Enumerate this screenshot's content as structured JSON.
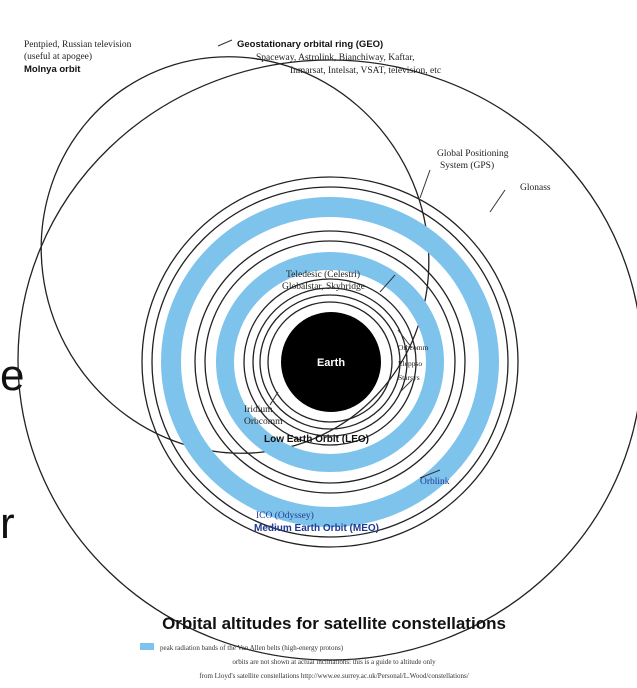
{
  "labels": {
    "molniya_l1": "Pentpied, Russian television",
    "molniya_l2": "(useful at apogee)",
    "molniya_l3": "Molnya orbit",
    "geo_l1": "Geostationary orbital ring (GEO)",
    "geo_l2": "Spaceway, Astrolink, Bianchiway, Kaftar,",
    "geo_l3": "Inmarsat, Intelsat, VSAT, television, etc",
    "gps_l1": "Global Positioning",
    "gps_l2": "System (GPS)",
    "glonass": "Glonass",
    "teledesic_l1": "Teledesic (Celestri)",
    "teledesic_l2": "Globalstar, Skybridge",
    "earth": "Earth",
    "orbcomm_l1": "Orbcomm",
    "orbcomm_l2": "Eleppso",
    "orbcomm_l3": "Starsys",
    "iridium_l1": "Iridium",
    "iridium_l2": "Orbcomm",
    "leo": "Low Earth Orbit (LEO)",
    "orblink": "Orblink",
    "ico": "ICO (Odyssey)",
    "meo": "Medium Earth Orbit (MEO)"
  },
  "caption": {
    "title": "Orbital altitudes for satellite constellations",
    "legend_text": "peak radiation bands of the Van Allen belts (high-energy protons)",
    "note": "orbits are not shown at actual inclinations: this is a guide to altitude only",
    "source": "from Lloyd's satellite constellations  http://www.ee.surrey.ac.uk/Personal/L.Wood/constellations/"
  },
  "side_text": {
    "char1": "e",
    "char2": "r"
  },
  "colors": {
    "van_allen_band": "#7ec3ec",
    "earth": "#000000",
    "orbit_line": "#222222",
    "meo_text": "#1f3a93"
  }
}
